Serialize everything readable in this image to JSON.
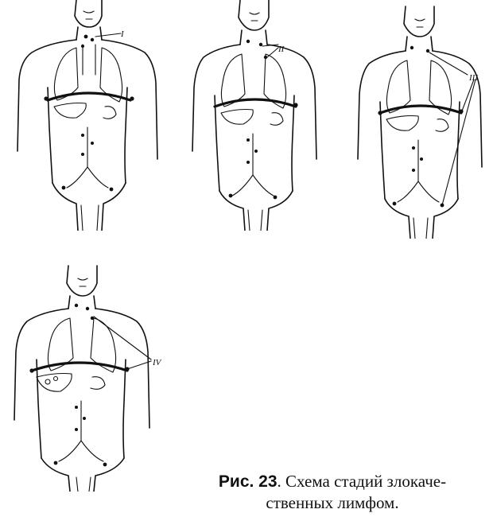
{
  "figures": [
    {
      "id": "stage-1",
      "label": "I"
    },
    {
      "id": "stage-2",
      "label": "II"
    },
    {
      "id": "stage-3",
      "label": "III"
    },
    {
      "id": "stage-4",
      "label": "IV"
    }
  ],
  "caption": {
    "number": "Рис. 23",
    "line1": ". Схема стадий злокаче-",
    "line2": "ственных лимфом."
  }
}
